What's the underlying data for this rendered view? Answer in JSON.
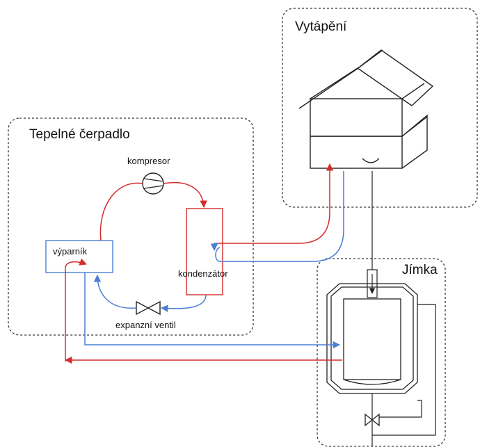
{
  "regions": {
    "heat_pump_title": "Tepelné čerpadlo",
    "heating_title": "Vytápění",
    "sump_title": "Jímka"
  },
  "components": {
    "compressor": "kompresor",
    "evaporator": "výparník",
    "condenser": "kondenzátor",
    "expansion_valve": "expanzní ventil"
  },
  "colors": {
    "hot_line": "#d62b2b",
    "cold_line": "#4a7fd4",
    "structure": "#222222",
    "region_border": "#333333"
  }
}
